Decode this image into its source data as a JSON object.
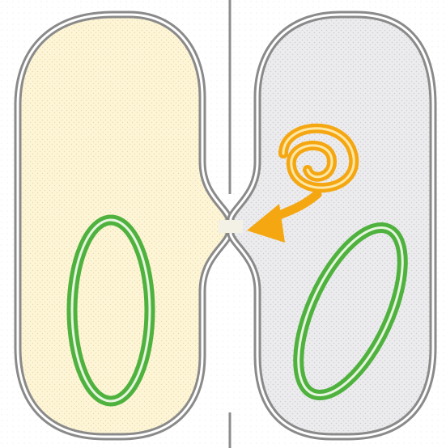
{
  "diagram": {
    "colors": {
      "background": "#ffffff",
      "left_cell_fill": "#fdf5d6",
      "right_cell_fill": "#ececee",
      "membrane_outer": "#8a8a8a",
      "membrane_inner": "#ffffff",
      "septum_line": "#8d8d8d",
      "nucleoid_green": "#4fb23e",
      "plasmid_orange": "#f5a712"
    },
    "elements": [
      "left-bacterial-cell",
      "right-bacterial-cell",
      "conjugation-bridge",
      "left-nucleoid",
      "right-nucleoid",
      "plasmid-loop",
      "transfer-arrow",
      "division-septum-line-top",
      "division-septum-line-bottom"
    ]
  }
}
